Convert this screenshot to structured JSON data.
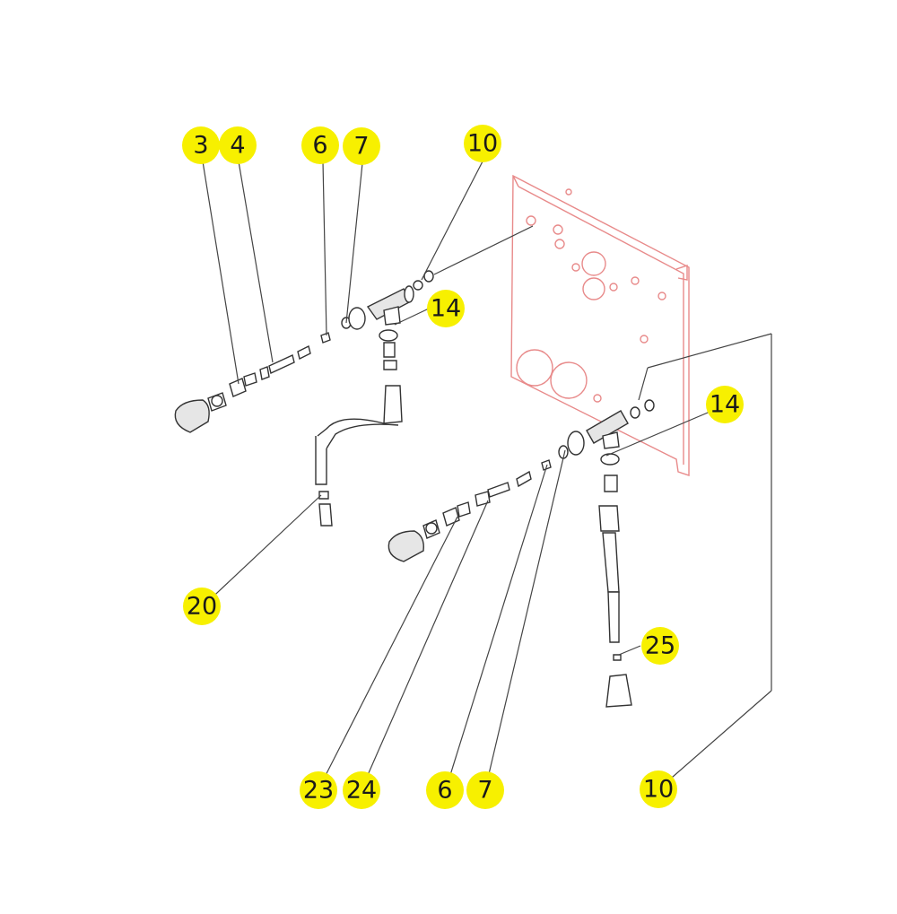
{
  "colors": {
    "callout_fill": "#f7f000",
    "plate_stroke": "#e88a8a",
    "line_stroke": "#444444"
  },
  "callouts": [
    {
      "id": "c3a",
      "label": "3"
    },
    {
      "id": "c4a",
      "label": "4"
    },
    {
      "id": "c6a",
      "label": "6"
    },
    {
      "id": "c7a",
      "label": "7"
    },
    {
      "id": "c10a",
      "label": "10"
    },
    {
      "id": "c14a",
      "label": "14"
    },
    {
      "id": "c14b",
      "label": "14"
    },
    {
      "id": "c20",
      "label": "20"
    },
    {
      "id": "c25",
      "label": "25"
    },
    {
      "id": "c23",
      "label": "23"
    },
    {
      "id": "c24",
      "label": "24"
    },
    {
      "id": "c6b",
      "label": "6"
    },
    {
      "id": "c7b",
      "label": "7"
    },
    {
      "id": "c10b",
      "label": "10"
    }
  ]
}
